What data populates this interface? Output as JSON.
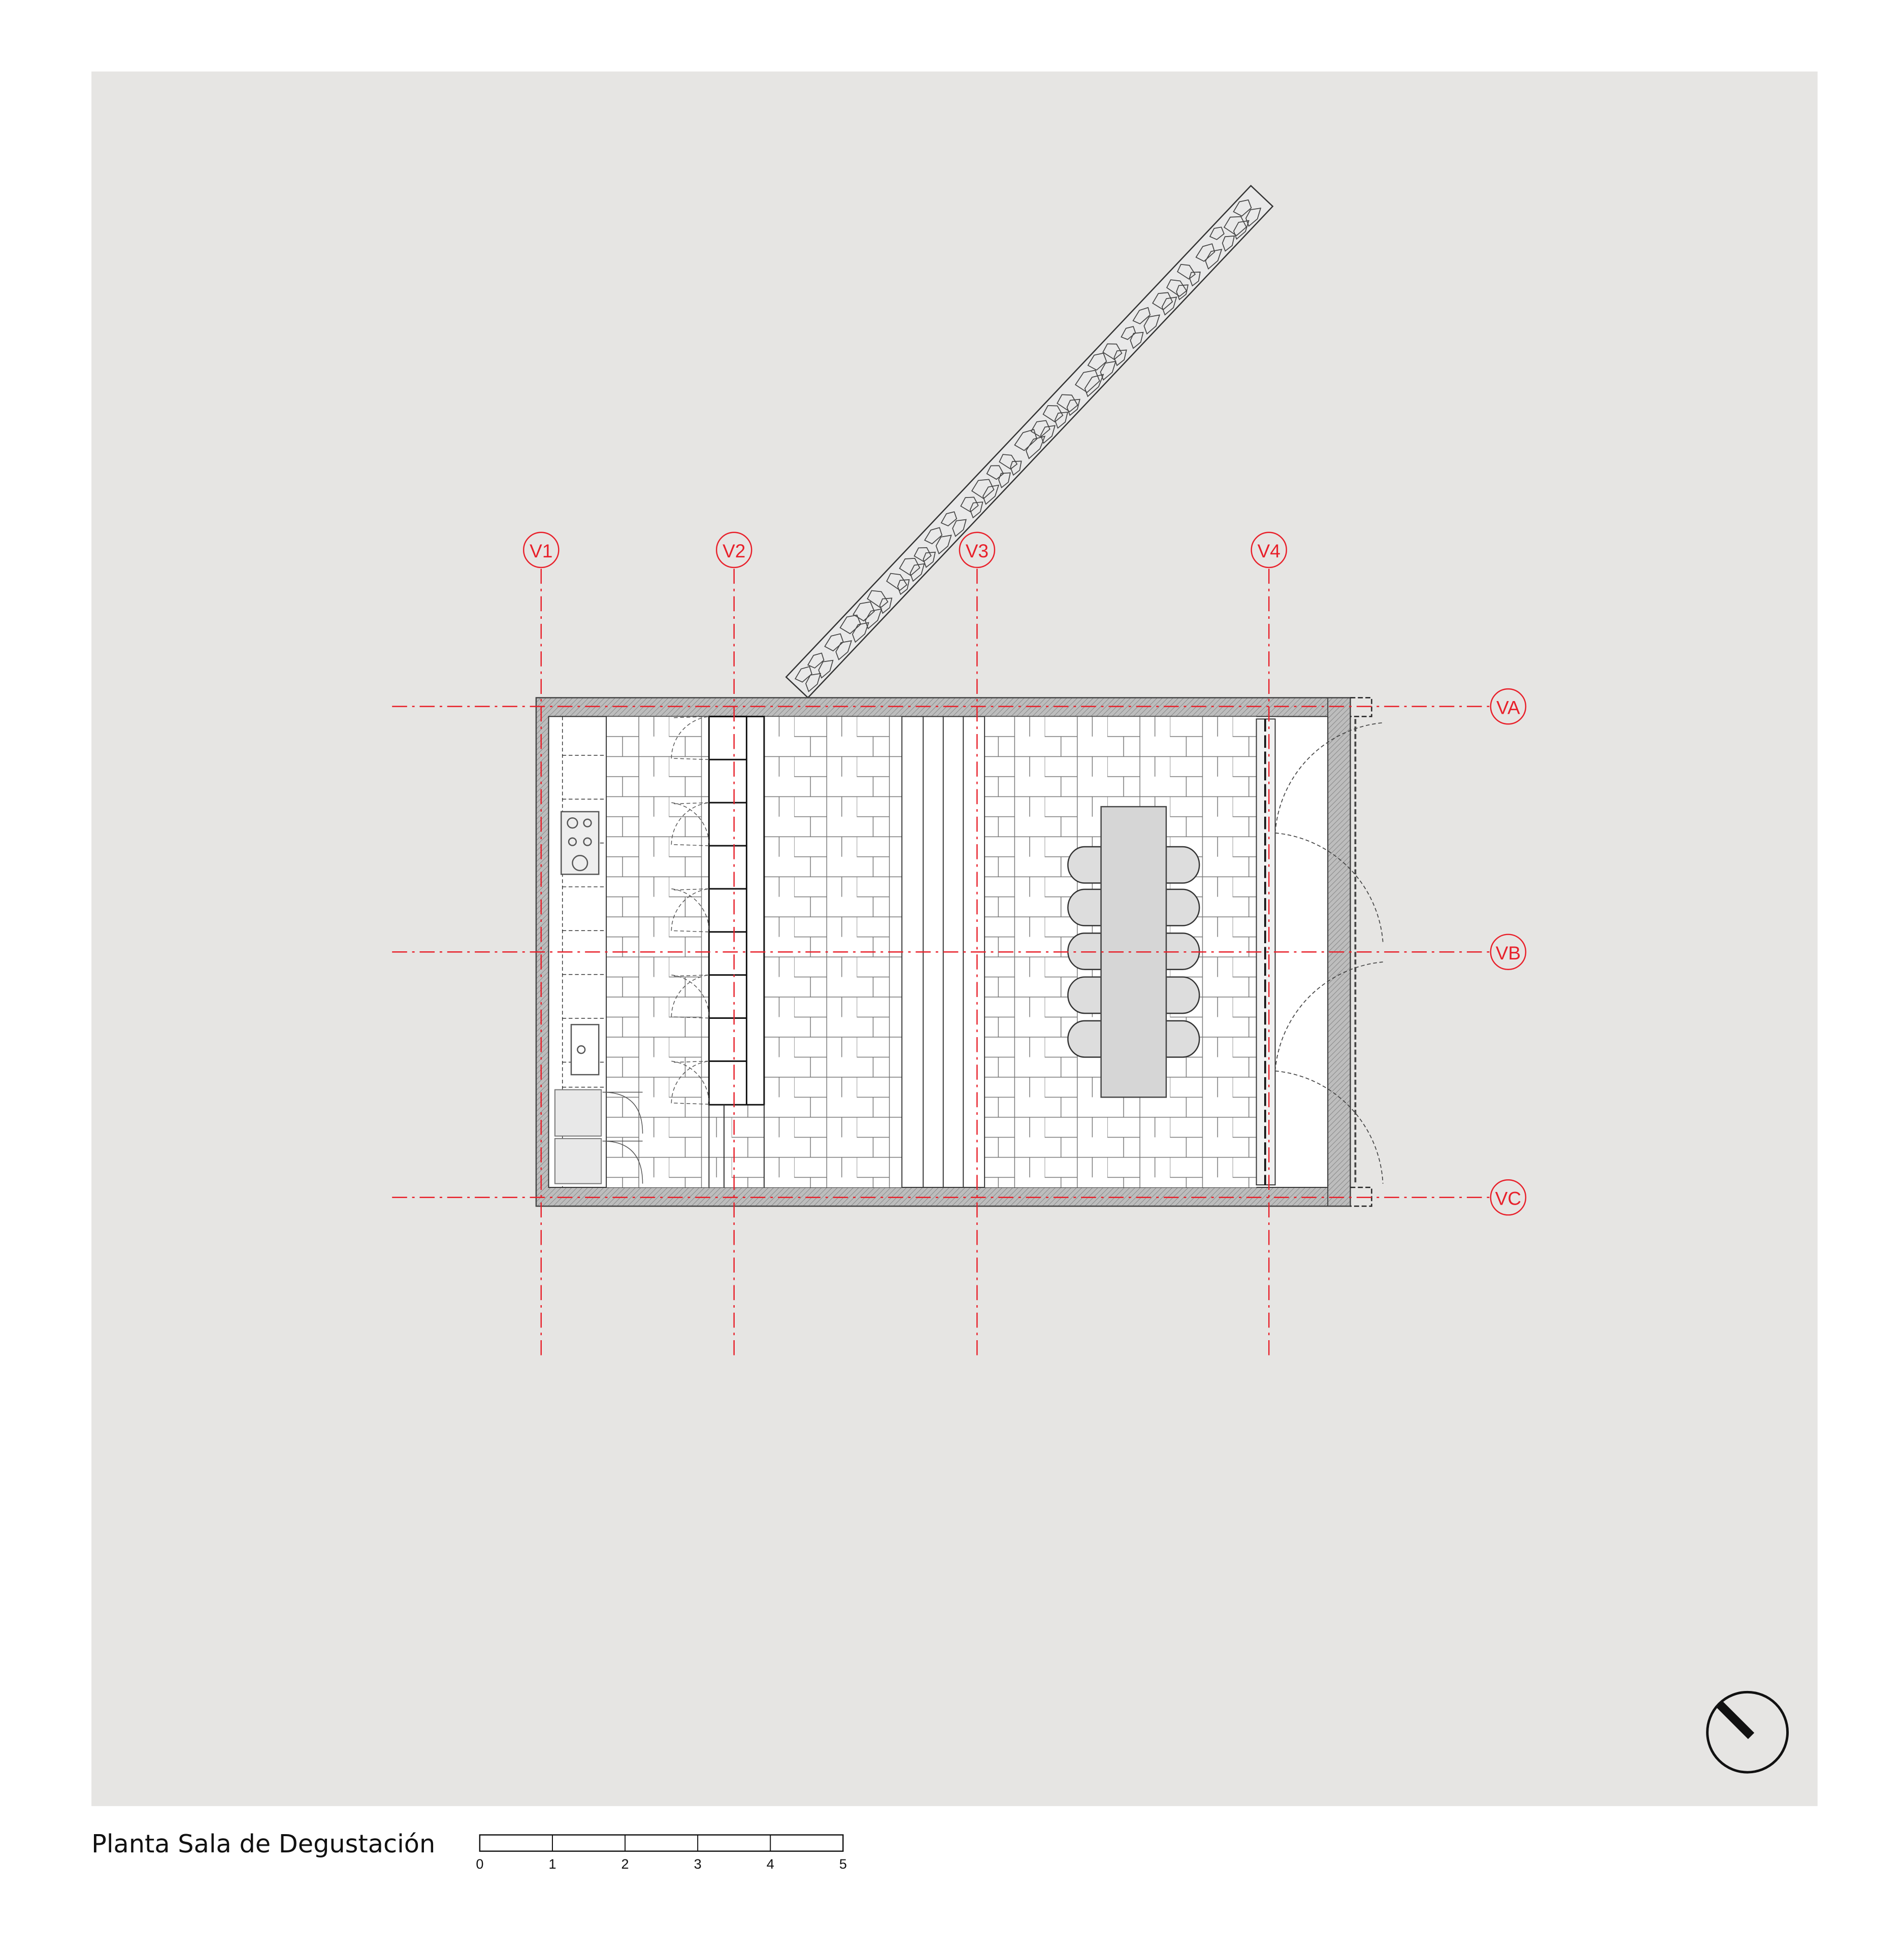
{
  "title": "Planta Sala de Degustación",
  "scale_bar": {
    "labels": [
      "0",
      "1",
      "2",
      "3",
      "4",
      "5"
    ]
  },
  "grid": {
    "vertical": [
      "V1",
      "V2",
      "V3",
      "V4"
    ],
    "horizontal": [
      "VA",
      "VB",
      "VC"
    ]
  },
  "colors": {
    "paper": "#e6e5e3",
    "grid_red": "#e8202a",
    "line": "#333333",
    "furniture": "#d9d9d9"
  },
  "icons": {
    "north": "north-arrow-icon"
  }
}
